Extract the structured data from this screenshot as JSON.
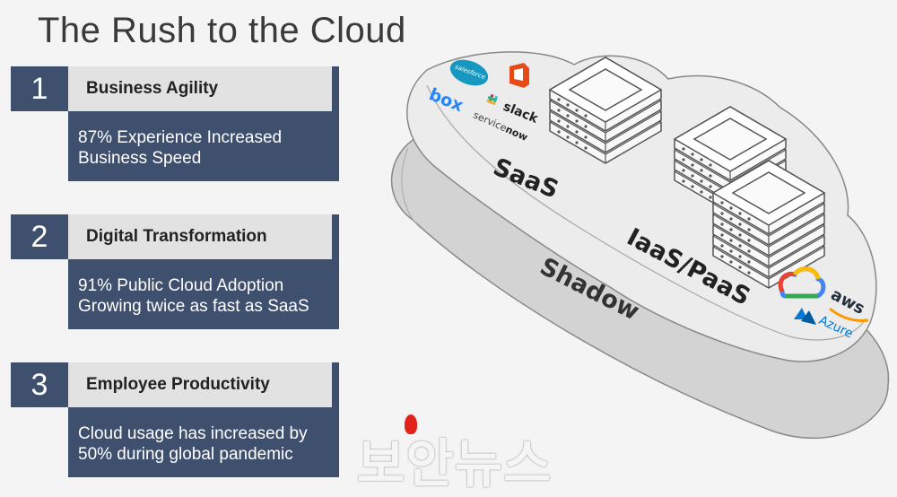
{
  "title": "The Rush to the Cloud",
  "cards": [
    {
      "number": "1",
      "heading": "Business Agility",
      "lines": [
        "87% Experience Increased",
        "Business Speed"
      ]
    },
    {
      "number": "2",
      "heading": "Digital Transformation",
      "lines": [
        "91% Public Cloud Adoption",
        "Growing twice as fast as SaaS"
      ]
    },
    {
      "number": "3",
      "heading": "Employee Productivity",
      "lines": [
        "Cloud usage has increased by",
        "50% during global pandemic"
      ]
    }
  ],
  "diagram": {
    "layers": {
      "saas": "SaaS",
      "iaas": "IaaS/PaaS",
      "shadow": "Shadow"
    },
    "logos": {
      "salesforce": "salesforce",
      "box": "box",
      "slack": "slack",
      "servicenow_a": "service",
      "servicenow_b": "now",
      "aws": "aws",
      "azure": "Azure"
    }
  },
  "watermark": "보안뉴스",
  "colors": {
    "navy": "#3f506f",
    "head_gray": "#e2e2e2",
    "salesforce": "#1798c1",
    "office": "#e64a19",
    "box": "#2486fc",
    "azure": "#0078d4",
    "aws_orange": "#ff9900"
  },
  "icons": [
    "salesforce-logo-icon",
    "office-logo-icon",
    "box-logo-icon",
    "slack-logo-icon",
    "servicenow-logo-icon",
    "google-cloud-logo-icon",
    "aws-logo-icon",
    "azure-logo-icon",
    "server-stack-icon"
  ]
}
